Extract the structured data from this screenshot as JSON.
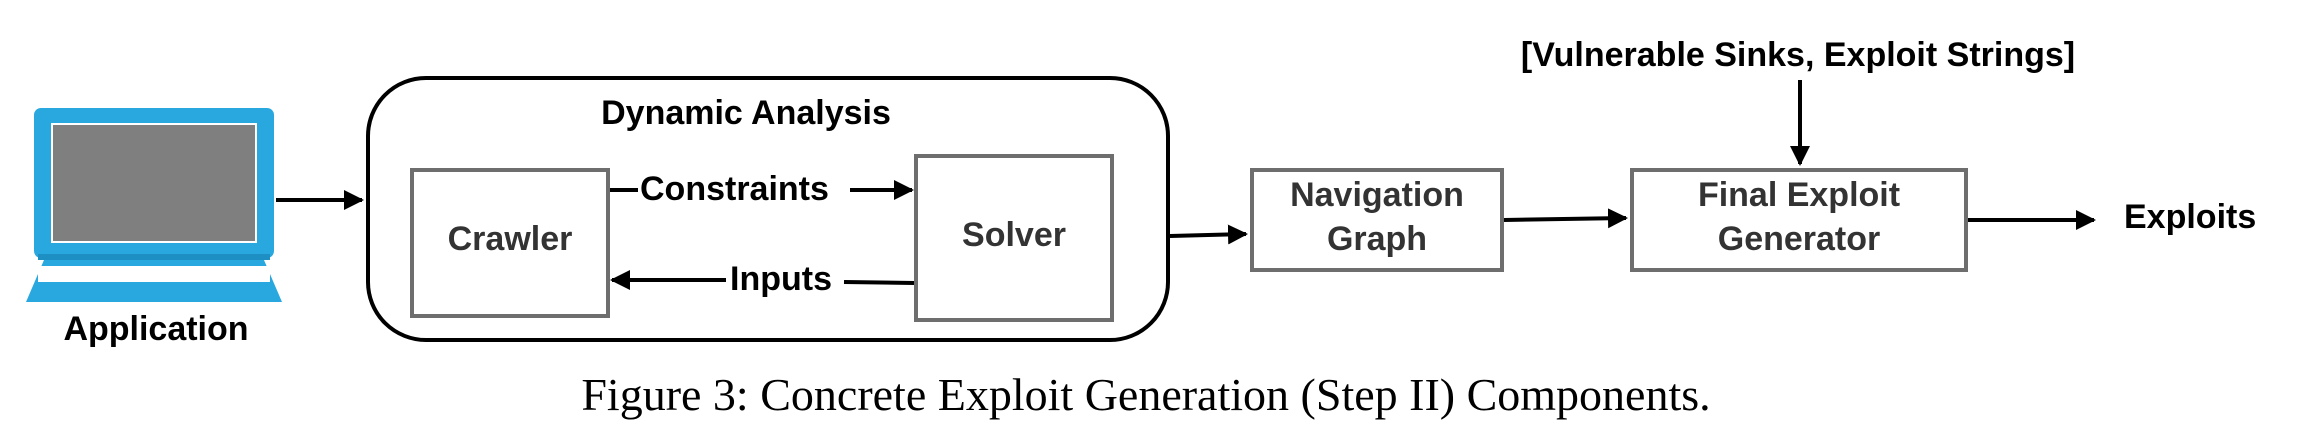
{
  "diagram": {
    "application_label": "Application",
    "group_title": "Dynamic Analysis",
    "crawler_label": "Crawler",
    "solver_label": "Solver",
    "constraints_label": "Constraints",
    "inputs_label": "Inputs",
    "navigation_graph_line1": "Navigation",
    "navigation_graph_line2": "Graph",
    "final_exploit_line1": "Final Exploit",
    "final_exploit_line2": "Generator",
    "sinks_label": "[Vulnerable Sinks, Exploit Strings]",
    "exploits_label": "Exploits"
  },
  "caption": {
    "figure_label": "Figure 3:",
    "text": "Concrete Exploit Generation (Step II) Components."
  },
  "colors": {
    "laptop_blue": "#29a8e0",
    "screen_gray": "#7f7f7f",
    "box_stroke": "#6e6e6e",
    "text": "#000000"
  },
  "icons": {
    "application": "laptop-icon"
  }
}
